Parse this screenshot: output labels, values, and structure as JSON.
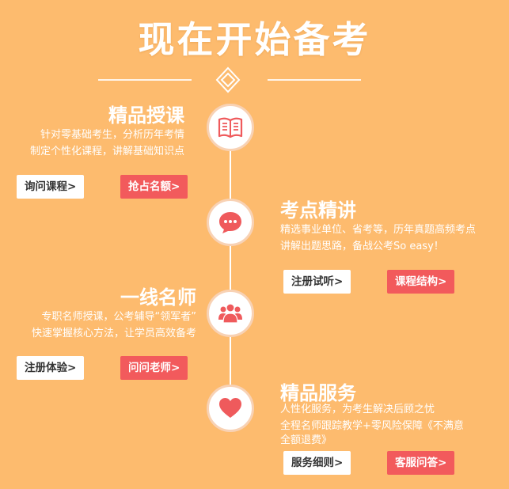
{
  "header": {
    "title": "现在开始备考"
  },
  "colors": {
    "background": "#FDBB6E",
    "accent_red": "#F25A5C",
    "icon_red": "#EF5A5C"
  },
  "sections": [
    {
      "title": "精品授课",
      "desc": [
        "针对零基础考生，分析历年考情",
        "制定个性化课程，讲解基础知识点"
      ],
      "button_primary": "询问课程>",
      "button_secondary": "抢占名额>",
      "icon": "book-icon"
    },
    {
      "title": "考点精讲",
      "desc": [
        "精选事业单位、省考等，历年真题高频考点",
        "讲解出题思路，备战公考So easy！"
      ],
      "button_primary": "注册试听>",
      "button_secondary": "课程结构>",
      "icon": "chat-bubble-icon"
    },
    {
      "title": "一线名师",
      "desc": [
        "专职名师授课，公考辅导“领军者”",
        "快速掌握核心方法，让学员高效备考"
      ],
      "button_primary": "注册体验>",
      "button_secondary": "问问老师>",
      "icon": "team-icon"
    },
    {
      "title": "精品服务",
      "desc": [
        "人性化服务，为考生解决后顾之忧",
        "全程名师跟踪教学+零风险保障《不满意",
        "全额退费》"
      ],
      "button_primary": "服务细则>",
      "button_secondary": "客服问答>",
      "icon": "heart-icon"
    }
  ]
}
